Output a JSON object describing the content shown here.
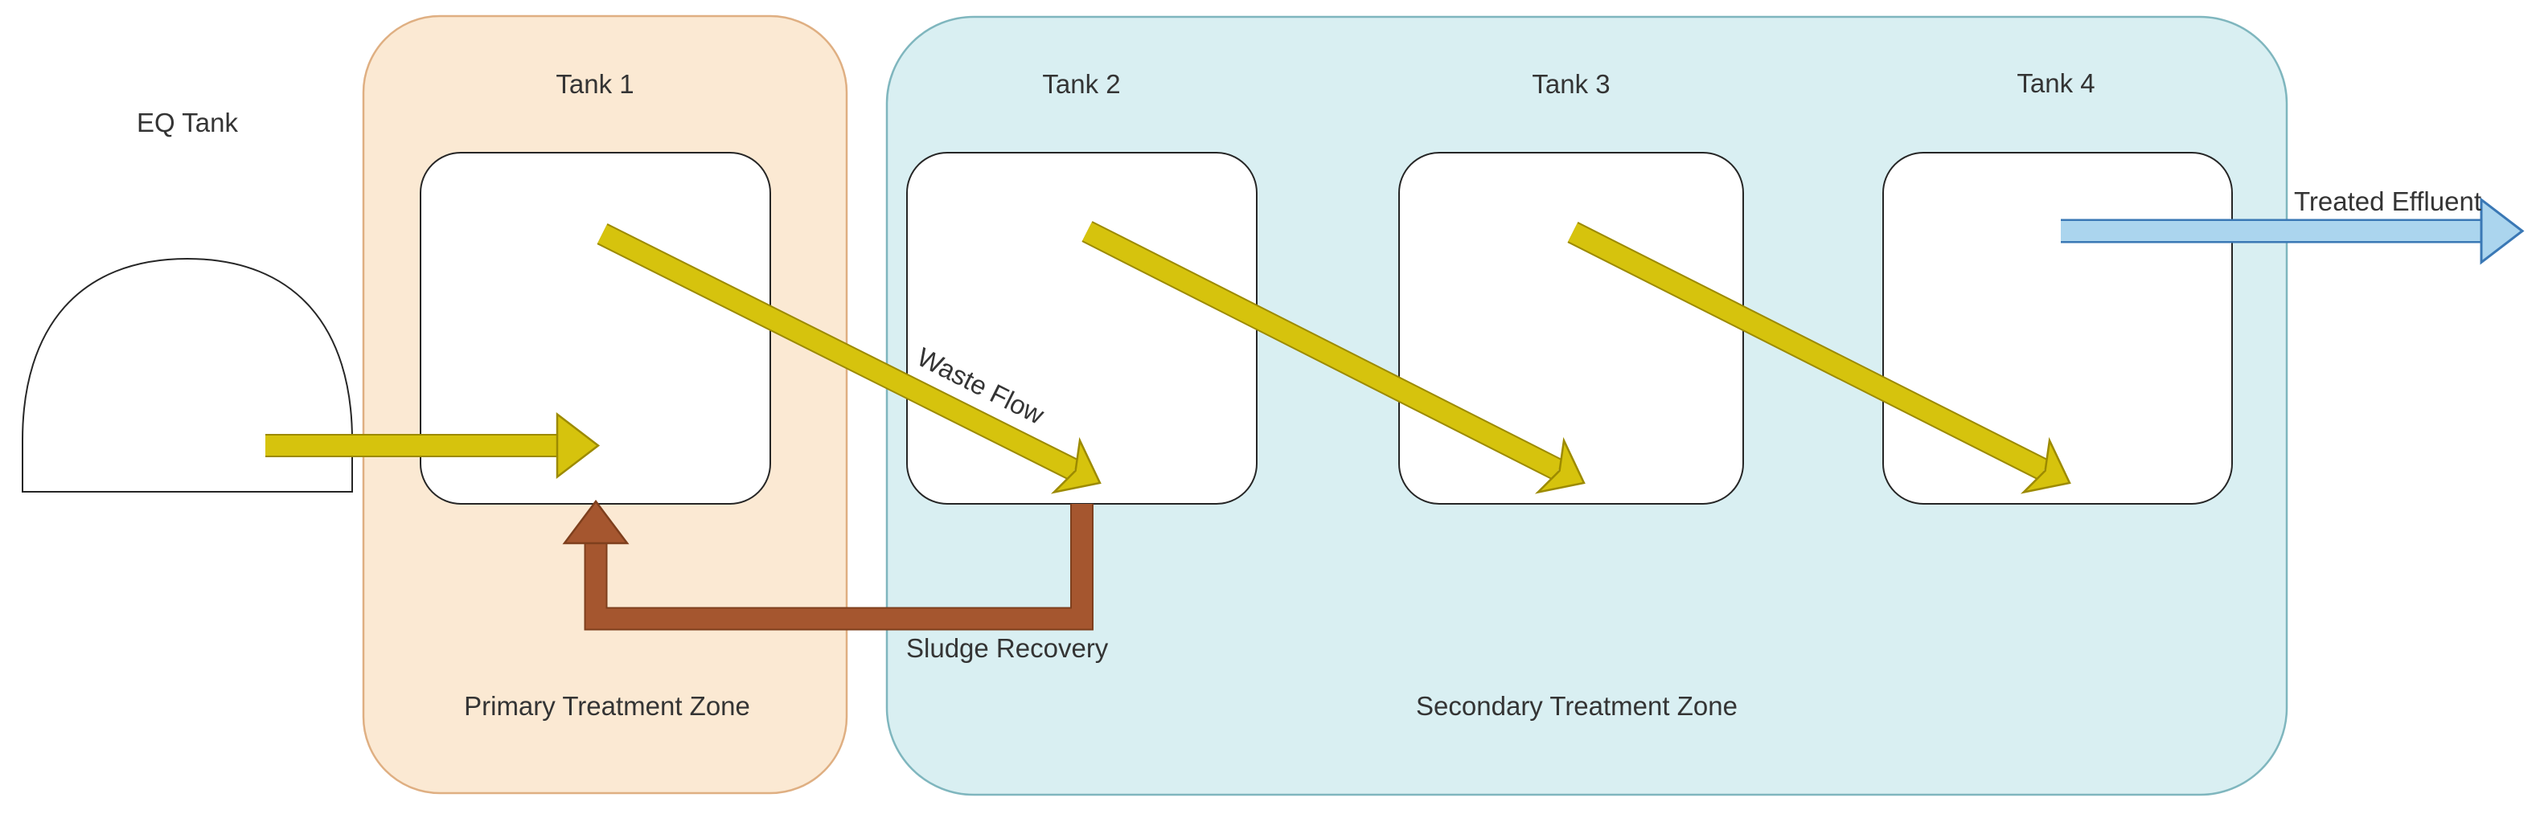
{
  "colors": {
    "canvas_bg": "#FFFFFF",
    "zone_primary_fill": "#FBE9D3",
    "zone_primary_stroke": "#DFAF82",
    "zone_secondary_fill": "#D9EFF2",
    "zone_secondary_stroke": "#7FB6BE",
    "tank_fill": "#FFFFFF",
    "tank_stroke": "#262626",
    "flow_fill": "#D6C30D",
    "flow_stroke": "#9C8A00",
    "sludge_fill": "#A5562F",
    "sludge_stroke": "#7E3F1D",
    "effluent_fill": "#ABD5EE",
    "effluent_stroke": "#3A78B5",
    "label_color": "#343434"
  },
  "labels": {
    "eq_tank": "EQ Tank",
    "tank1": "Tank 1",
    "tank2": "Tank 2",
    "tank3": "Tank 3",
    "tank4": "Tank 4",
    "primary_zone": "Primary Treatment Zone",
    "secondary_zone": "Secondary Treatment Zone",
    "waste_flow": "Waste Flow",
    "sludge_recovery": "Sludge Recovery",
    "treated_effluent": "Treated Effluent"
  },
  "structure": {
    "zones": [
      {
        "name": "Primary Treatment Zone",
        "tanks": [
          "Tank 1"
        ]
      },
      {
        "name": "Secondary Treatment Zone",
        "tanks": [
          "Tank 2",
          "Tank 3",
          "Tank 4"
        ]
      }
    ],
    "nodes": [
      "EQ Tank",
      "Tank 1",
      "Tank 2",
      "Tank 3",
      "Tank 4"
    ],
    "flows": [
      {
        "from": "EQ Tank",
        "to": "Tank 1",
        "type": "waste"
      },
      {
        "from": "Tank 1",
        "to": "Tank 2",
        "type": "waste",
        "label": "Waste Flow"
      },
      {
        "from": "Tank 2",
        "to": "Tank 3",
        "type": "waste"
      },
      {
        "from": "Tank 3",
        "to": "Tank 4",
        "type": "waste"
      },
      {
        "from": "Tank 2",
        "to": "Tank 1",
        "type": "sludge",
        "label": "Sludge Recovery"
      },
      {
        "from": "Tank 4",
        "to": null,
        "type": "effluent",
        "label": "Treated Effluent"
      }
    ]
  }
}
